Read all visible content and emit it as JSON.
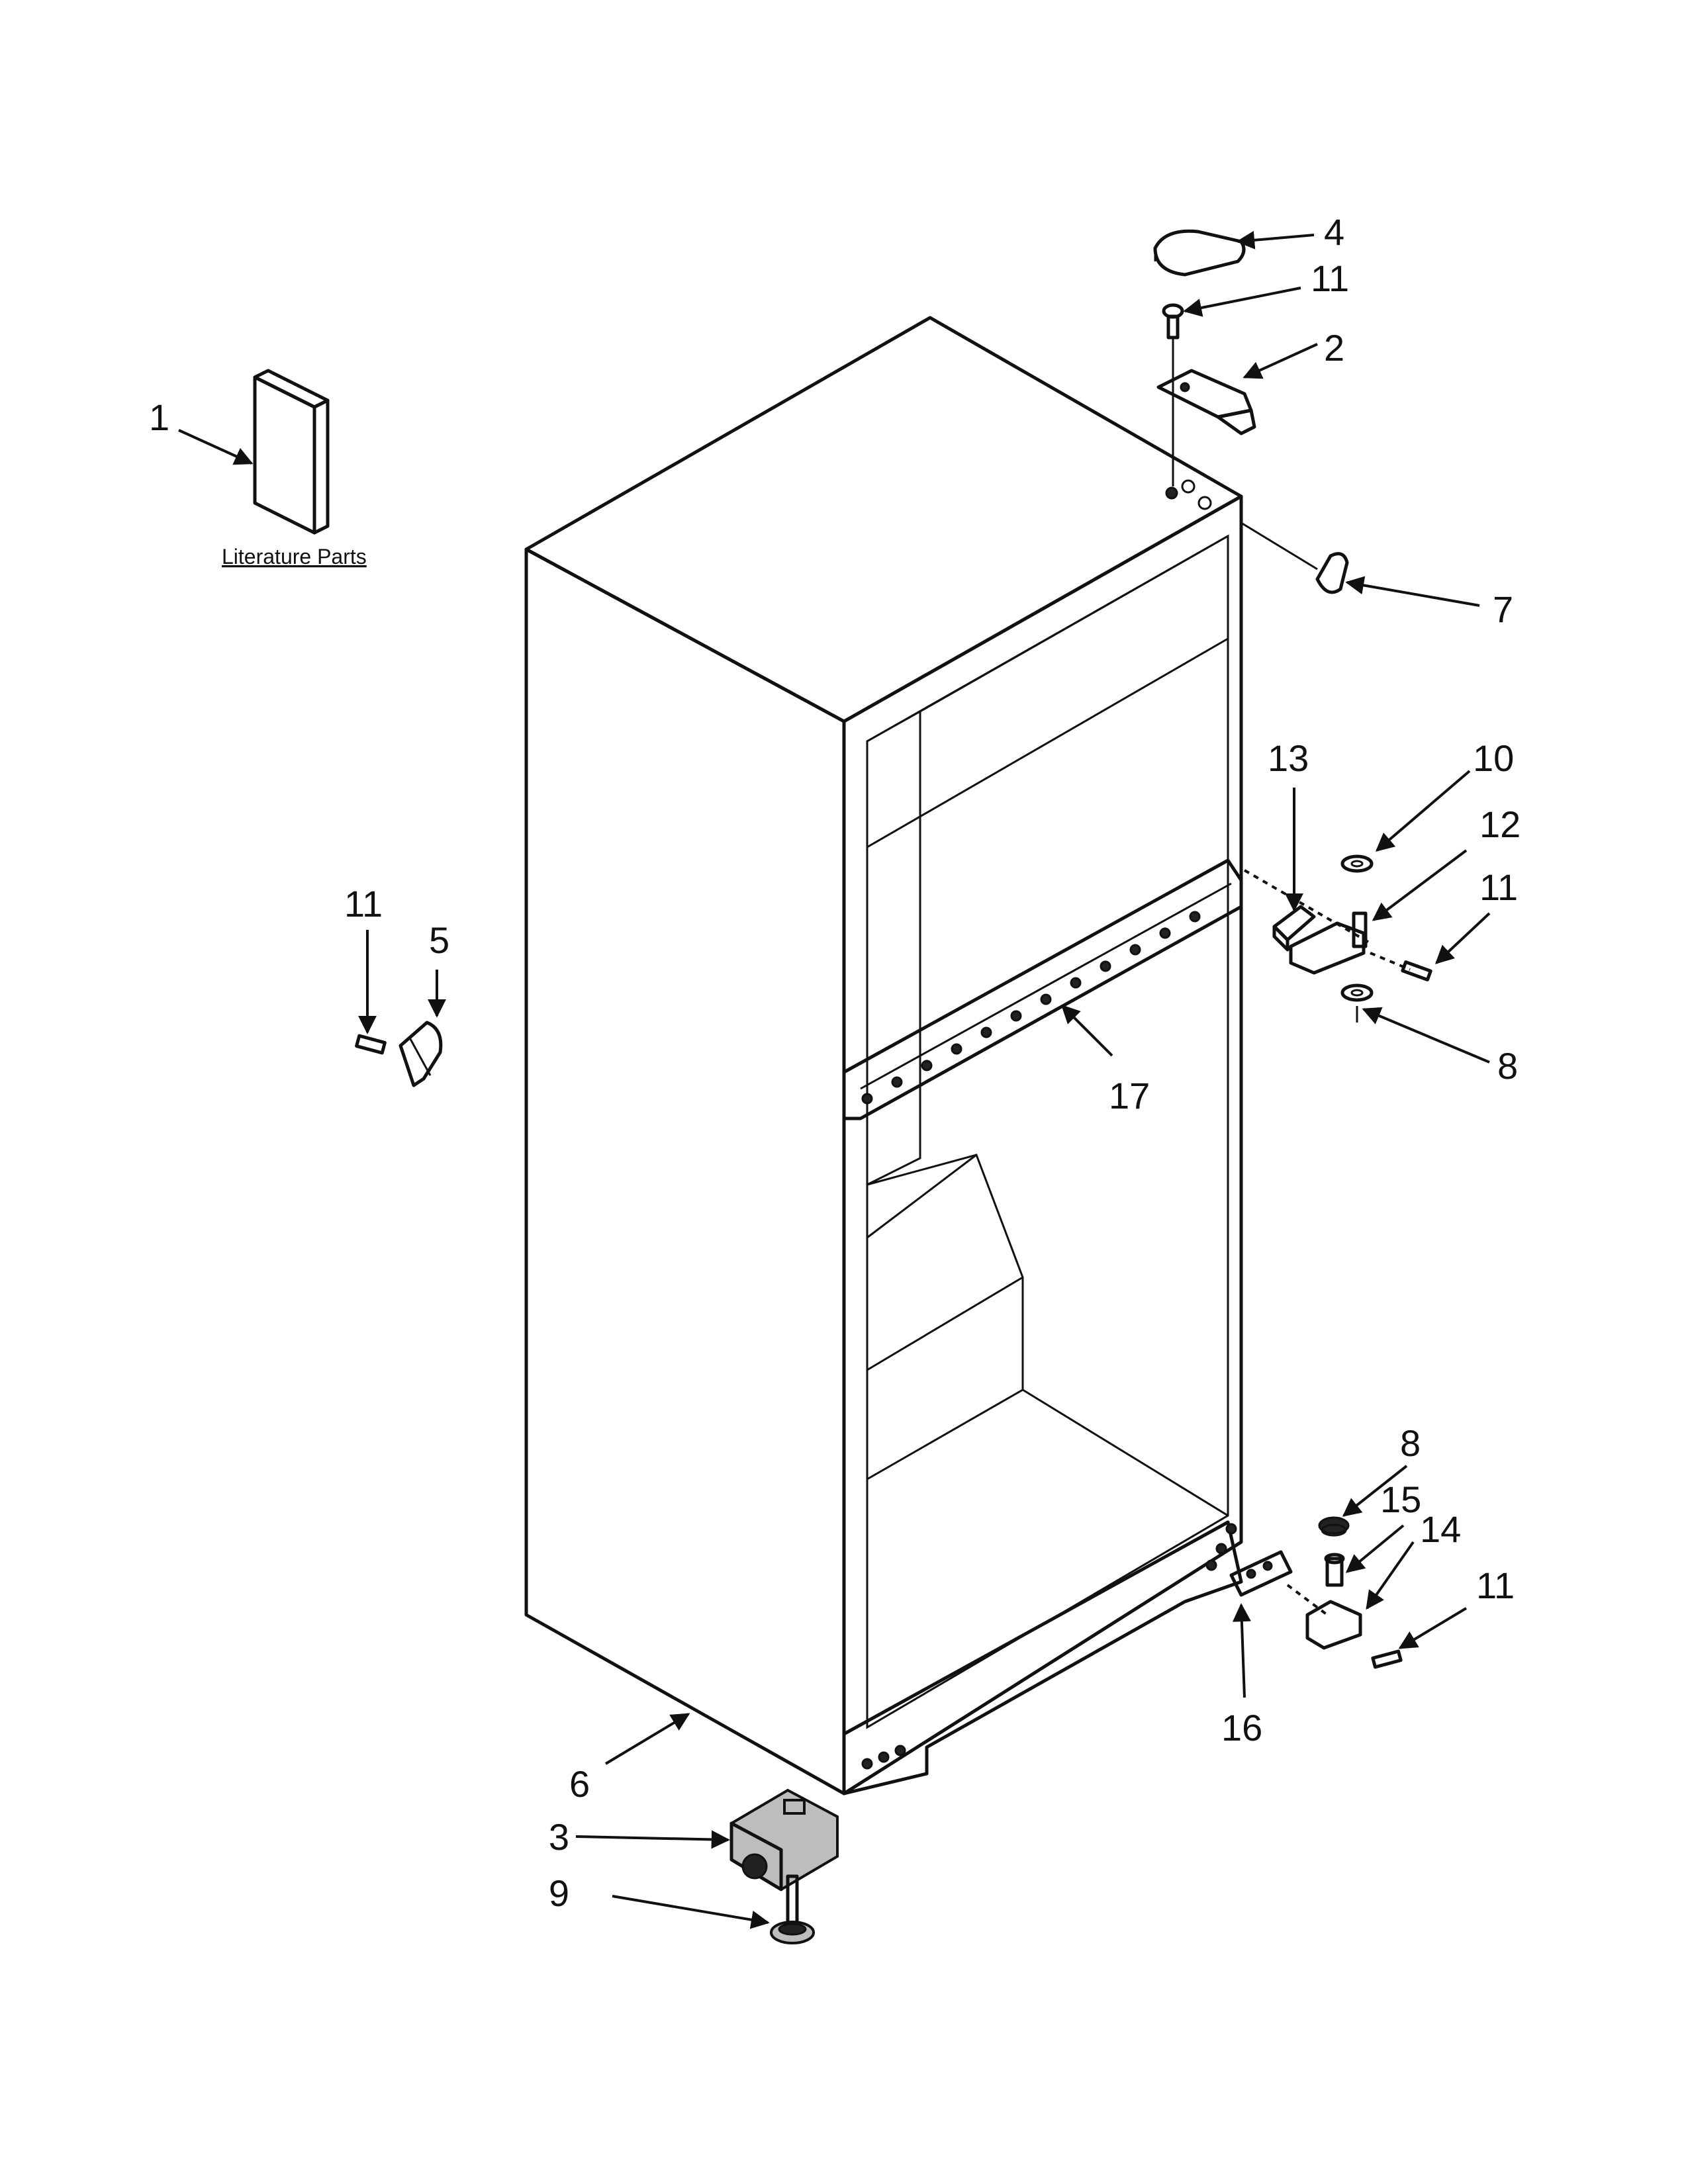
{
  "callouts": [
    {
      "label": "1"
    },
    {
      "label": "2"
    },
    {
      "label": "3"
    },
    {
      "label": "4"
    },
    {
      "label": "5"
    },
    {
      "label": "6"
    },
    {
      "label": "7"
    },
    {
      "label": "8"
    },
    {
      "label": "8"
    },
    {
      "label": "9"
    },
    {
      "label": "10"
    },
    {
      "label": "11"
    },
    {
      "label": "11"
    },
    {
      "label": "11"
    },
    {
      "label": "11"
    },
    {
      "label": "12"
    },
    {
      "label": "13"
    },
    {
      "label": "14"
    },
    {
      "label": "15"
    },
    {
      "label": "16"
    },
    {
      "label": "17"
    }
  ],
  "literature_label": "Literature Parts"
}
